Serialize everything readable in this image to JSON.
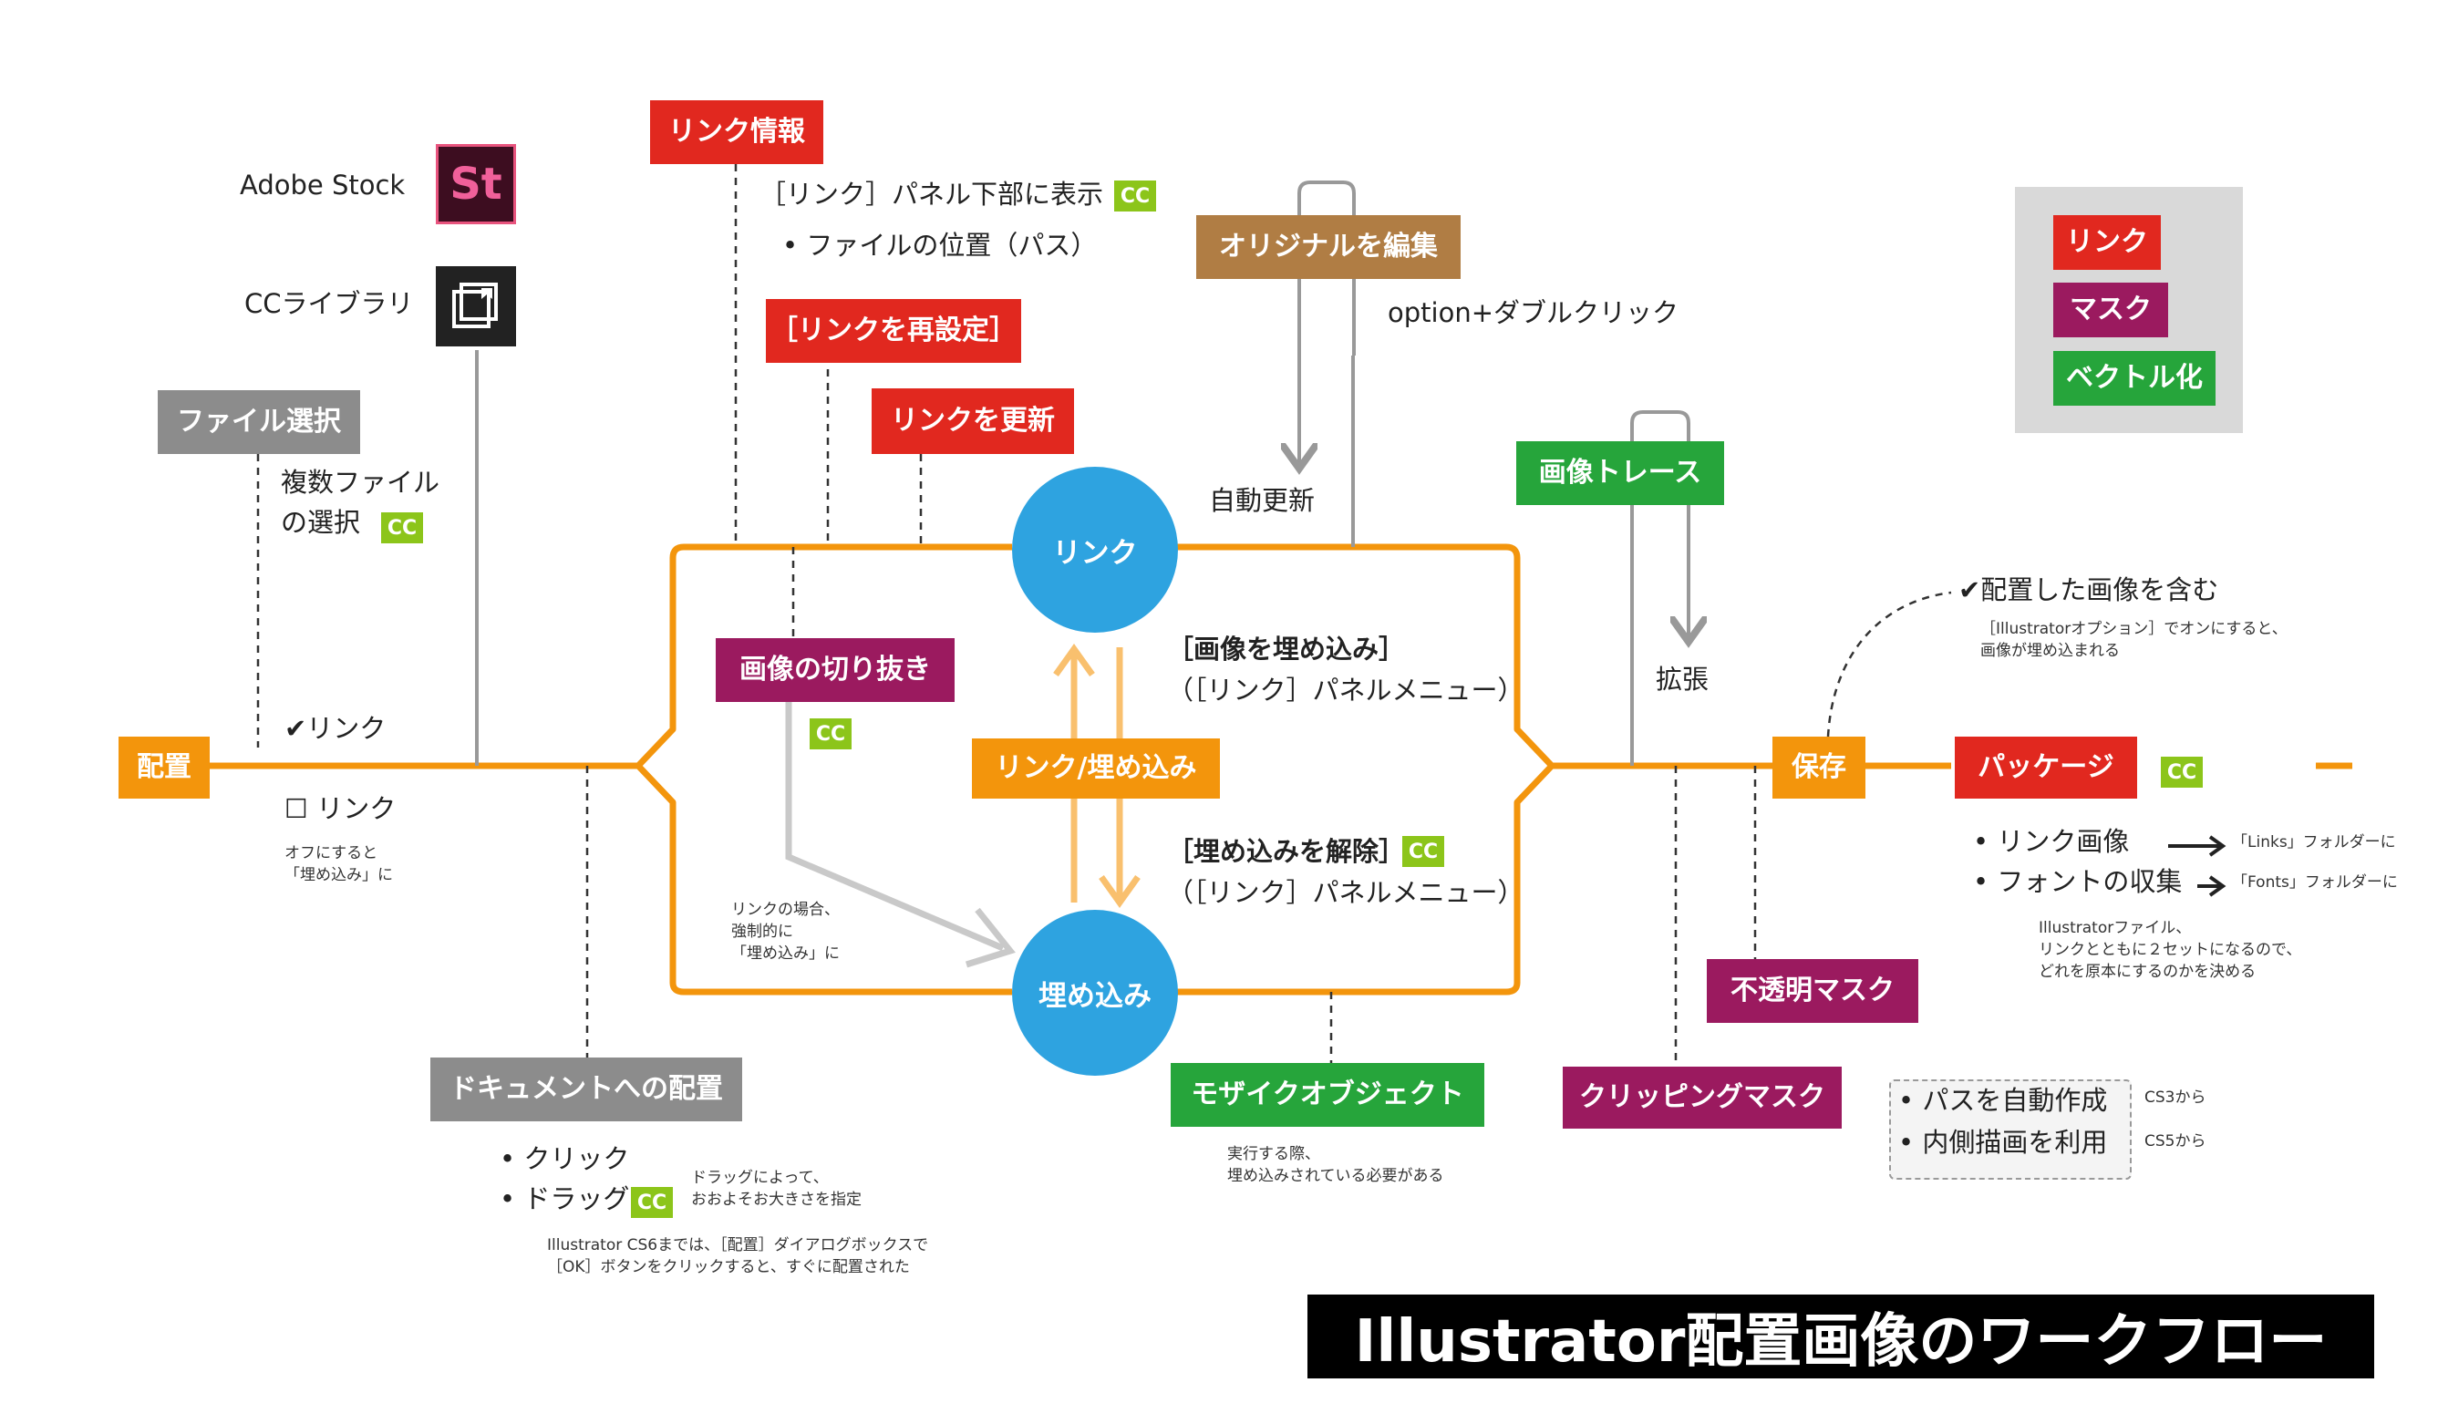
{
  "title": "Illustrator配置画像のワークフロー",
  "legend": [
    {
      "label": "リンク",
      "color": "#e1281f"
    },
    {
      "label": "マスク",
      "color": "#9b1a5f"
    },
    {
      "label": "ベクトル化",
      "color": "#26a53b"
    }
  ],
  "cc_badge": "CC",
  "sources": {
    "adobe_stock": "Adobe Stock",
    "st_icon": "St",
    "cc_library": "CCライブラリ",
    "file_select": "ファイル選択",
    "multi_file_1": "複数ファイル",
    "multi_file_2": "の選択"
  },
  "place": {
    "label": "配置",
    "link_on": "✔リンク",
    "link_off": "☐ リンク",
    "off_note_1": "オフにすると",
    "off_note_2": "「埋め込み」に"
  },
  "link_info": {
    "label": "リンク情報",
    "line1": "［リンク］パネル下部に表示",
    "line2": "• ファイルの位置（パス）"
  },
  "relink": "［リンクを再設定］",
  "update_link": "リンクを更新",
  "edit_original": {
    "label": "オリジナルを編集",
    "shortcut": "option+ダブルクリック",
    "auto_update": "自動更新"
  },
  "link_node": "リンク",
  "embed_node": "埋め込み",
  "link_embed": "リンク/埋め込み",
  "embed_image": {
    "line1": "［画像を埋め込み］",
    "line2": "（［リンク］パネルメニュー）"
  },
  "unembed": {
    "line1": "［埋め込みを解除］",
    "line2": "（［リンク］パネルメニュー）"
  },
  "crop": {
    "label": "画像の切り抜き",
    "note_1": "リンクの場合、",
    "note_2": "強制的に",
    "note_3": "「埋め込み」に"
  },
  "doc_place": {
    "label": "ドキュメントへの配置",
    "click": "• クリック",
    "drag": "• ドラッグ",
    "drag_note_1": "ドラッグによって、",
    "drag_note_2": "おおよそお大きさを指定",
    "cs6_note_1": "Illustrator CS6までは、［配置］ダイアログボックスで",
    "cs6_note_2": "［OK］ボタンをクリックすると、すぐに配置された"
  },
  "mosaic": {
    "label": "モザイクオブジェクト",
    "note_1": "実行する際、",
    "note_2": "埋め込みされている必要がある"
  },
  "trace": {
    "label": "画像トレース",
    "expand": "拡張"
  },
  "save": {
    "label": "保存",
    "option": "✔配置した画像を含む",
    "note_1": "［Illustratorオプション］でオンにすると、",
    "note_2": "画像が埋め込まれる"
  },
  "package": {
    "label": "パッケージ",
    "item1": "• リンク画像",
    "item1_dest": "「Links」フォルダーに",
    "item2": "• フォントの収集",
    "item2_dest": "「Fonts」フォルダーに",
    "note_1": "Illustratorファイル、",
    "note_2": "リンクとともに２セットになるので、",
    "note_3": "どれを原本にするのかを決める"
  },
  "opacity_mask": "不透明マスク",
  "clipping": {
    "label": "クリッピングマスク",
    "item1": "• パスを自動作成",
    "item1_ver": "CS3から",
    "item2": "• 内側描画を利用",
    "item2_ver": "CS5から"
  }
}
